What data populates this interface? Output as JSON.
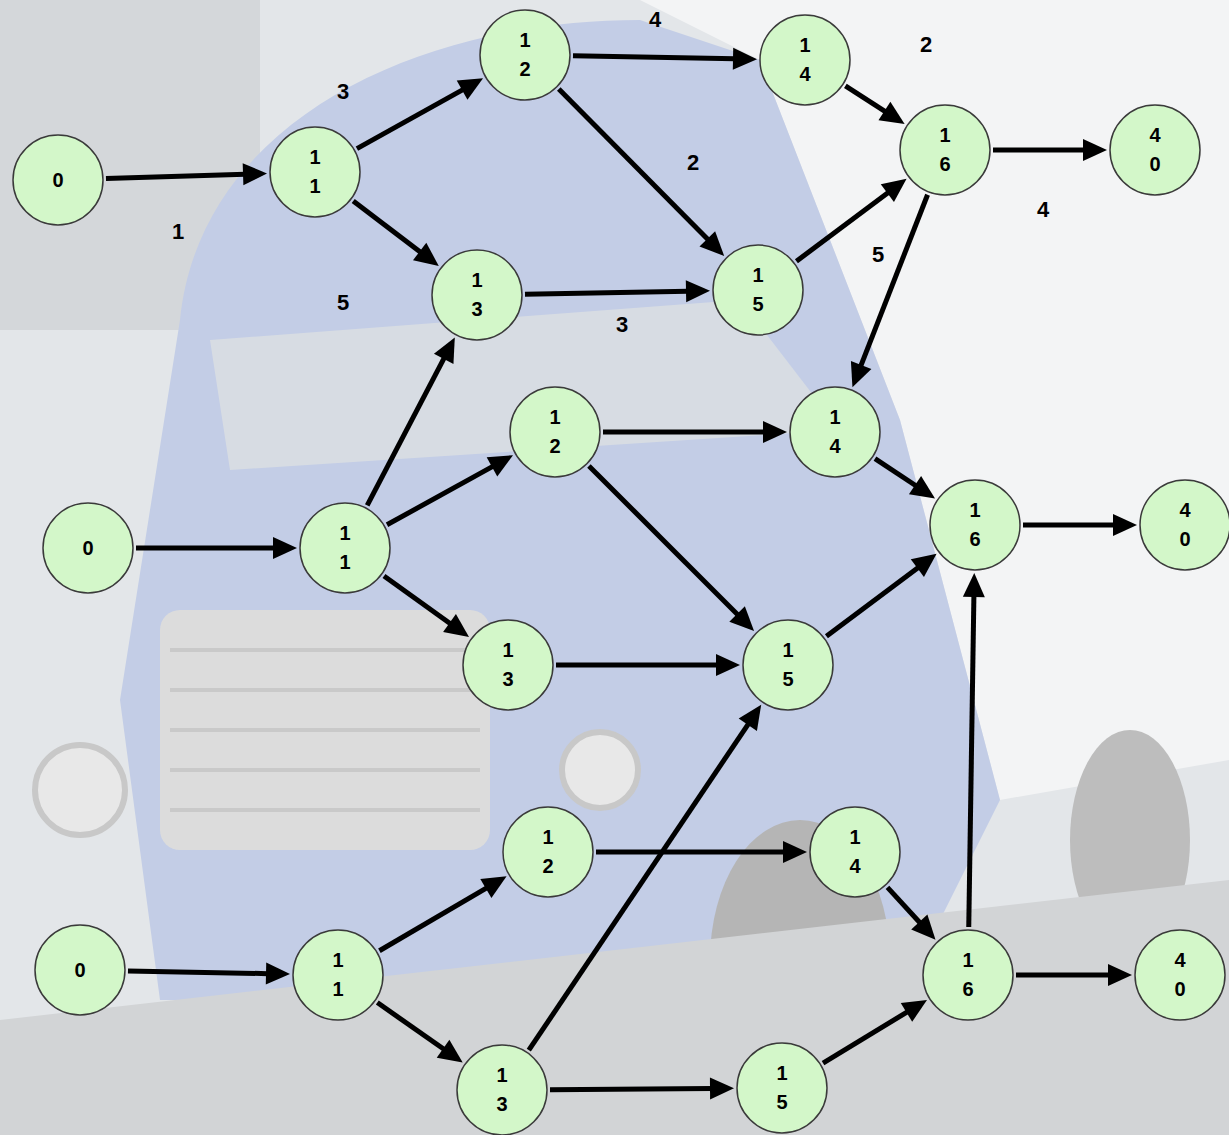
{
  "diagram": {
    "nodes": [
      {
        "text": [
          "0"
        ]
      },
      {
        "text": [
          "11"
        ]
      },
      {
        "text": [
          "12"
        ]
      },
      {
        "text": [
          "14"
        ]
      },
      {
        "text": [
          "16"
        ]
      },
      {
        "text": [
          "40"
        ]
      },
      {
        "text": [
          "13"
        ]
      },
      {
        "text": [
          "15"
        ]
      },
      {
        "text": [
          "0"
        ]
      },
      {
        "text": [
          "11"
        ]
      },
      {
        "text": [
          "12"
        ]
      },
      {
        "text": [
          "14"
        ]
      },
      {
        "text": [
          "16"
        ]
      },
      {
        "text": [
          "40"
        ]
      },
      {
        "text": [
          "13"
        ]
      },
      {
        "text": [
          "15"
        ]
      },
      {
        "text": [
          "0"
        ]
      },
      {
        "text": [
          "11"
        ]
      },
      {
        "text": [
          "12"
        ]
      },
      {
        "text": [
          "14"
        ]
      },
      {
        "text": [
          "16"
        ]
      },
      {
        "text": [
          "40"
        ]
      },
      {
        "text": [
          "13"
        ]
      },
      {
        "text": [
          "15"
        ]
      }
    ],
    "edges": [
      {
        "from": 0,
        "to": 1,
        "arrow": "to",
        "label": "1"
      },
      {
        "from": 1,
        "to": 2,
        "arrow": "to",
        "label": "3"
      },
      {
        "from": 1,
        "to": 6,
        "arrow": "to",
        "label": "5"
      },
      {
        "from": 2,
        "to": 3,
        "arrow": "to",
        "label": "4"
      },
      {
        "from": 2,
        "to": 7,
        "arrow": "to",
        "label": "2"
      },
      {
        "from": 6,
        "to": 7,
        "arrow": "to",
        "label": "3"
      },
      {
        "from": 3,
        "to": 4,
        "arrow": "to",
        "label": "2"
      },
      {
        "from": 7,
        "to": 4,
        "arrow": "to",
        "label": "5"
      },
      {
        "from": 4,
        "to": 5,
        "arrow": "to",
        "label": "4"
      },
      {
        "from": 4,
        "to": 11,
        "arrow": "to"
      },
      {
        "from": 8,
        "to": 9,
        "arrow": "to"
      },
      {
        "from": 9,
        "to": 6,
        "arrow": "to"
      },
      {
        "from": 9,
        "to": 10,
        "arrow": "to"
      },
      {
        "from": 9,
        "to": 14,
        "arrow": "to"
      },
      {
        "from": 10,
        "to": 11,
        "arrow": "to"
      },
      {
        "from": 10,
        "to": 15,
        "arrow": "to"
      },
      {
        "from": 14,
        "to": 15,
        "arrow": "to"
      },
      {
        "from": 11,
        "to": 12,
        "arrow": "to"
      },
      {
        "from": 15,
        "to": 12,
        "arrow": "to"
      },
      {
        "from": 12,
        "to": 13,
        "arrow": "to"
      },
      {
        "from": 20,
        "to": 12,
        "arrow": "to"
      },
      {
        "from": 16,
        "to": 17,
        "arrow": "to"
      },
      {
        "from": 17,
        "to": 18,
        "arrow": "to"
      },
      {
        "from": 17,
        "to": 22,
        "arrow": "to"
      },
      {
        "from": 18,
        "to": 19,
        "arrow": "to"
      },
      {
        "from": 22,
        "to": 15,
        "arrow": "to"
      },
      {
        "from": 22,
        "to": 23,
        "arrow": "to"
      },
      {
        "from": 19,
        "to": 20,
        "arrow": "to"
      },
      {
        "from": 23,
        "to": 20,
        "arrow": "to"
      },
      {
        "from": 20,
        "to": 21,
        "arrow": "to"
      }
    ]
  }
}
